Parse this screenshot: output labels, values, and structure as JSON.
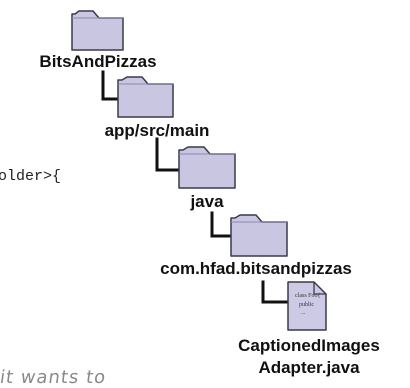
{
  "tree": {
    "root_label": "BitsAndPizzas",
    "level1_label": "app/src/main",
    "level2_label": "java",
    "level3_label": "com.hfad.bitsandpizzas",
    "file_label_line1": "CaptionedImages",
    "file_label_line2": "Adapter.java",
    "file_icon_text": [
      "class Foo{",
      "public",
      "..."
    ]
  },
  "code_fragment": "older>{",
  "handwriting": "it wants to",
  "colors": {
    "folder_fill": "#c9c6e2",
    "folder_stroke": "#3a3a4a",
    "connector": "#111111"
  }
}
